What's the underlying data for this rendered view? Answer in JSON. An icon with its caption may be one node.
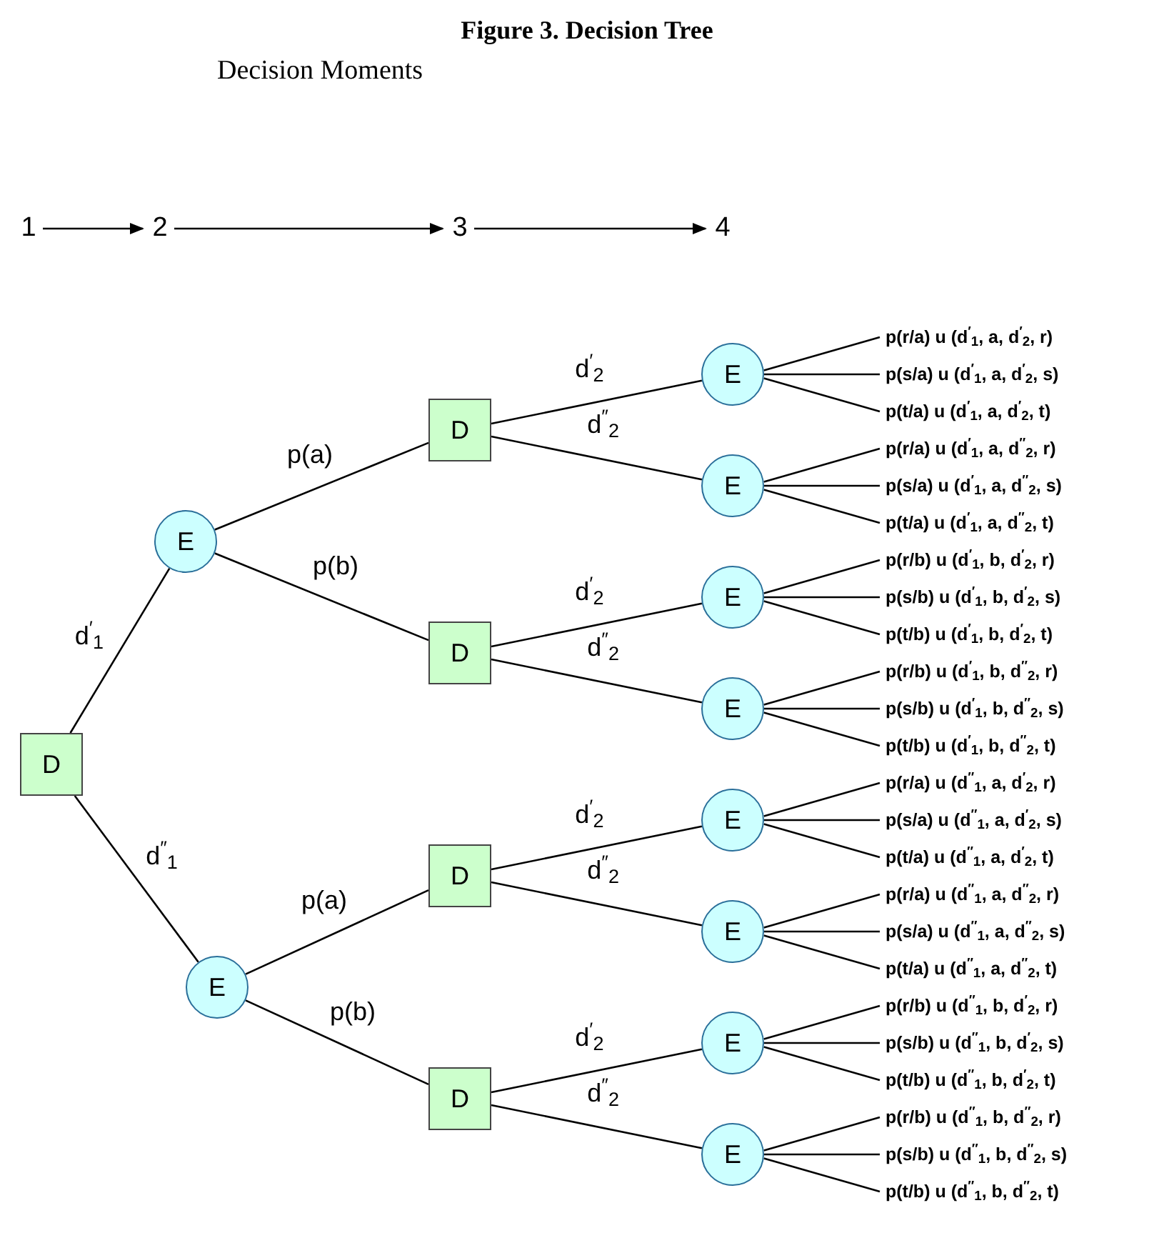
{
  "diagram": {
    "title": "Figure 3. Decision Tree",
    "nodes": [
      {
        "text": [
          "1"
        ]
      },
      {
        "text": [
          "2"
        ]
      },
      {
        "text": [
          "3"
        ]
      },
      {
        "text": [
          "4"
        ]
      },
      {
        "text": [
          "D"
        ]
      },
      {
        "text": [
          "E"
        ]
      },
      {
        "text": [
          "E"
        ]
      },
      {
        "text": [
          "D"
        ]
      },
      {
        "text": [
          "D"
        ]
      },
      {
        "text": [
          "D"
        ]
      },
      {
        "text": [
          "D"
        ]
      },
      {
        "text": [
          "E"
        ]
      },
      {
        "text": [
          "E"
        ]
      },
      {
        "text": [
          "E"
        ]
      },
      {
        "text": [
          "E"
        ]
      },
      {
        "text": [
          "E"
        ]
      },
      {
        "text": [
          "E"
        ]
      },
      {
        "text": [
          "E"
        ]
      },
      {
        "text": [
          "E"
        ]
      },
      {
        "text": [
          "p(r/a) u (d$^{′}$$_{1}$, a, d$^{′}$$_{2}$, r)"
        ]
      },
      {
        "text": [
          "p(s/a) u (d$^{′}$$_{1}$, a, d$^{′}$$_{2}$, s)"
        ]
      },
      {
        "text": [
          "p(t/a) u (d$^{′}$$_{1}$, a, d$^{′}$$_{2}$, t)"
        ]
      },
      {
        "text": [
          "p(r/a) u (d$^{′}$$_{1}$, a, d$^{″}$$_{2}$, r)"
        ]
      },
      {
        "text": [
          "p(s/a) u (d$^{′}$$_{1}$, a, d$^{″}$$_{2}$, s)"
        ]
      },
      {
        "text": [
          "p(t/a) u (d$^{′}$$_{1}$, a, d$^{″}$$_{2}$, t)"
        ]
      },
      {
        "text": [
          "p(r/b) u (d$^{′}$$_{1}$, b, d$^{′}$$_{2}$, r)"
        ]
      },
      {
        "text": [
          "p(s/b) u (d$^{′}$$_{1}$, b, d$^{′}$$_{2}$, s)"
        ]
      },
      {
        "text": [
          "p(t/b) u (d$^{′}$$_{1}$, b, d$^{′}$$_{2}$, t)"
        ]
      },
      {
        "text": [
          "p(r/b) u (d$^{′}$$_{1}$, b, d$^{″}$$_{2}$, r)"
        ]
      },
      {
        "text": [
          "p(s/b) u (d$^{′}$$_{1}$, b, d$^{″}$$_{2}$, s)"
        ]
      },
      {
        "text": [
          "p(t/b) u (d$^{′}$$_{1}$, b, d$^{″}$$_{2}$, t)"
        ]
      },
      {
        "text": [
          "p(r/a) u (d$^{″}$$_{1}$, a, d$^{′}$$_{2}$, r)"
        ]
      },
      {
        "text": [
          "p(s/a) u (d$^{″}$$_{1}$, a, d$^{′}$$_{2}$, s)"
        ]
      },
      {
        "text": [
          "p(t/a) u (d$^{″}$$_{1}$, a, d$^{′}$$_{2}$, t)"
        ]
      },
      {
        "text": [
          "p(r/a) u (d$^{″}$$_{1}$, a, d$^{″}$$_{2}$, r)"
        ]
      },
      {
        "text": [
          "p(s/a) u (d$^{″}$$_{1}$, a, d$^{″}$$_{2}$, s)"
        ]
      },
      {
        "text": [
          "p(t/a) u (d$^{″}$$_{1}$, a, d$^{″}$$_{2}$, t)"
        ]
      },
      {
        "text": [
          "p(r/b) u (d$^{″}$$_{1}$, b, d$^{′}$$_{2}$, r)"
        ]
      },
      {
        "text": [
          "p(s/b) u (d$^{″}$$_{1}$, b, d$^{′}$$_{2}$, s)"
        ]
      },
      {
        "text": [
          "p(t/b) u (d$^{″}$$_{1}$, b, d$^{′}$$_{2}$, t)"
        ]
      },
      {
        "text": [
          "p(r/b) u (d$^{″}$$_{1}$, b, d$^{″}$$_{2}$, r)"
        ]
      },
      {
        "text": [
          "p(s/b) u (d$^{″}$$_{1}$, b, d$^{″}$$_{2}$, s)"
        ]
      },
      {
        "text": [
          "p(t/b) u (d$^{″}$$_{1}$, b, d$^{″}$$_{2}$, t)"
        ]
      }
    ],
    "edges": [
      {
        "from": 0,
        "to": 1,
        "arrow": "to"
      },
      {
        "from": 1,
        "to": 2,
        "arrow": "to"
      },
      {
        "from": 2,
        "to": 3,
        "arrow": "to"
      },
      {
        "from": 4,
        "to": 5,
        "arrow": "none",
        "label": "d$^{′}$$_{1}$"
      },
      {
        "from": 4,
        "to": 6,
        "arrow": "none",
        "label": "d$^{″}$$_{1}$"
      },
      {
        "from": 5,
        "to": 7,
        "arrow": "none",
        "label": "p(a)"
      },
      {
        "from": 5,
        "to": 8,
        "arrow": "none",
        "label": "p(b)"
      },
      {
        "from": 6,
        "to": 9,
        "arrow": "none",
        "label": "p(a)"
      },
      {
        "from": 6,
        "to": 10,
        "arrow": "none",
        "label": "p(b)"
      },
      {
        "from": 7,
        "to": 11,
        "arrow": "none",
        "label": "d$^{′}$$_{2}$"
      },
      {
        "from": 7,
        "to": 12,
        "arrow": "none",
        "label": "d$^{″}$$_{2}$"
      },
      {
        "from": 8,
        "to": 13,
        "arrow": "none",
        "label": "d$^{′}$$_{2}$"
      },
      {
        "from": 8,
        "to": 14,
        "arrow": "none",
        "label": "d$^{″}$$_{2}$"
      },
      {
        "from": 9,
        "to": 15,
        "arrow": "none",
        "label": "d$^{′}$$_{2}$"
      },
      {
        "from": 9,
        "to": 16,
        "arrow": "none",
        "label": "d$^{″}$$_{2}$"
      },
      {
        "from": 10,
        "to": 17,
        "arrow": "none",
        "label": "d$^{′}$$_{2}$"
      },
      {
        "from": 10,
        "to": 18,
        "arrow": "none",
        "label": "d$^{″}$$_{2}$"
      },
      {
        "from": 11,
        "to": 19,
        "arrow": "none"
      },
      {
        "from": 11,
        "to": 20,
        "arrow": "none"
      },
      {
        "from": 11,
        "to": 21,
        "arrow": "none"
      },
      {
        "from": 12,
        "to": 22,
        "arrow": "none"
      },
      {
        "from": 12,
        "to": 23,
        "arrow": "none"
      },
      {
        "from": 12,
        "to": 24,
        "arrow": "none"
      },
      {
        "from": 13,
        "to": 25,
        "arrow": "none"
      },
      {
        "from": 13,
        "to": 26,
        "arrow": "none"
      },
      {
        "from": 13,
        "to": 27,
        "arrow": "none"
      },
      {
        "from": 14,
        "to": 28,
        "arrow": "none"
      },
      {
        "from": 14,
        "to": 29,
        "arrow": "none"
      },
      {
        "from": 14,
        "to": 30,
        "arrow": "none"
      },
      {
        "from": 15,
        "to": 31,
        "arrow": "none"
      },
      {
        "from": 15,
        "to": 32,
        "arrow": "none"
      },
      {
        "from": 15,
        "to": 33,
        "arrow": "none"
      },
      {
        "from": 16,
        "to": 34,
        "arrow": "none"
      },
      {
        "from": 16,
        "to": 35,
        "arrow": "none"
      },
      {
        "from": 16,
        "to": 36,
        "arrow": "none"
      },
      {
        "from": 17,
        "to": 37,
        "arrow": "none"
      },
      {
        "from": 17,
        "to": 38,
        "arrow": "none"
      },
      {
        "from": 17,
        "to": 39,
        "arrow": "none"
      },
      {
        "from": 18,
        "to": 40,
        "arrow": "none"
      },
      {
        "from": 18,
        "to": 41,
        "arrow": "none"
      },
      {
        "from": 18,
        "to": 42,
        "arrow": "none"
      }
    ],
    "labels": [
      "Decision Moments"
    ]
  }
}
